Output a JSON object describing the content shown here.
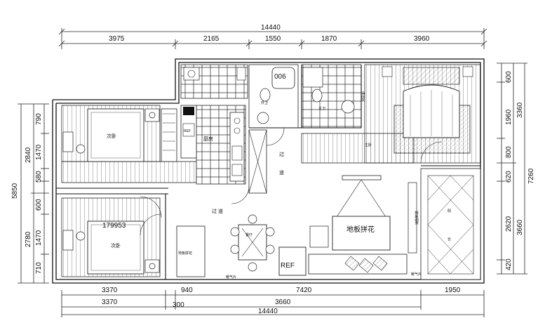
{
  "dimensions": {
    "top_total": "14440",
    "top_segments": [
      "3975",
      "2165",
      "1550",
      "1870",
      "3960"
    ],
    "bottom_row1": [
      "3370",
      "940",
      "7420",
      "1950"
    ],
    "bottom_row2": [
      "3370",
      "300",
      "3660"
    ],
    "bottom_total": "14440",
    "left_outer": "5850",
    "left_inner_top": "2840",
    "left_inner_bottom": "2780",
    "left_segments": [
      "790",
      "1470",
      "580",
      "600",
      "1470",
      "710"
    ],
    "right_segments": [
      "600",
      "1960",
      "800",
      "620",
      "2620",
      "420"
    ],
    "right_inner_top": "3360",
    "right_inner_bottom": "3660",
    "right_outer": "7260"
  },
  "rooms": {
    "bedroom_upper": "次卧",
    "bedroom_lower": "次卧",
    "kitchen": "厨房",
    "bath_outer": "外卫",
    "bath_master": "主卫",
    "master_bedroom": "主卧",
    "corridor_1": "过",
    "corridor_2": "道",
    "corridor_3": "过 道",
    "balcony_1": "阳",
    "balcony_2": "台",
    "dining": "餐厅",
    "floor_pattern": "地板拼花",
    "floor_pattern_small": "地板拼花",
    "ref_label": "REF",
    "ref_small": "REF",
    "code_label": "179953",
    "shower_code": "006",
    "glass_wall": "玻璃隔断",
    "vent_1": "暖气片",
    "vent_2": "暖气片",
    "shower_note": "淋浴房"
  }
}
